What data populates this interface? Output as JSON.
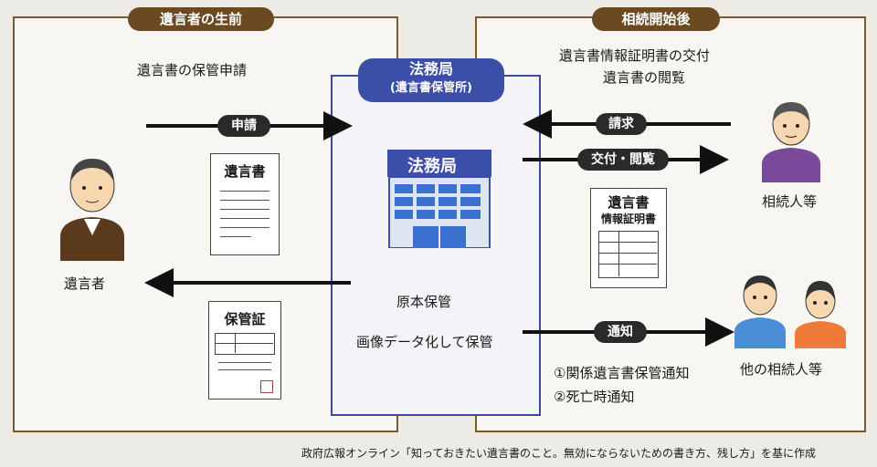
{
  "left_panel": {
    "tab": "遺言者の生前",
    "action": "遺言書の保管申請",
    "person_label": "遺言者",
    "doc1_title": "遺言書",
    "doc2_title": "保管証"
  },
  "center": {
    "title_line1": "法務局",
    "title_line2": "(遺言書保管所)",
    "building_sign": "法務局",
    "line1": "原本保管",
    "line2": "画像データ化して保管"
  },
  "right_panel": {
    "tab": "相続開始後",
    "heading_line1": "遺言書情報証明書の交付",
    "heading_line2": "遺言書の閲覧",
    "person1_label": "相続人等",
    "person2_label": "他の相続人等",
    "cert_title_line1": "遺言書",
    "cert_title_line2": "情報証明書",
    "notice1": "①関係遺言書保管通知",
    "notice2": "②死亡時通知"
  },
  "arrows": {
    "apply": "申請",
    "request": "請求",
    "deliver": "交付・閲覧",
    "notify": "通知"
  },
  "footer": "政府広報オンライン「知っておきたい遺言書のこと。無効にならないための書き方、残し方」を基に作成"
}
